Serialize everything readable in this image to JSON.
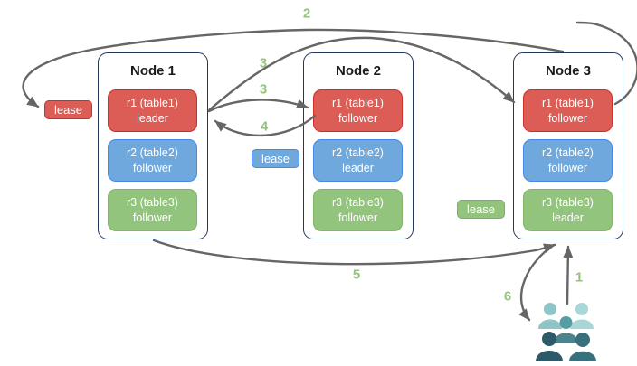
{
  "nodes": [
    {
      "title": "Node 1",
      "replicas": [
        {
          "name": "r1 (table1)",
          "role": "leader",
          "color": "red"
        },
        {
          "name": "r2 (table2)",
          "role": "follower",
          "color": "blue"
        },
        {
          "name": "r3 (table3)",
          "role": "follower",
          "color": "green"
        }
      ]
    },
    {
      "title": "Node 2",
      "replicas": [
        {
          "name": "r1 (table1)",
          "role": "follower",
          "color": "red"
        },
        {
          "name": "r2 (table2)",
          "role": "leader",
          "color": "blue"
        },
        {
          "name": "r3 (table3)",
          "role": "follower",
          "color": "green"
        }
      ]
    },
    {
      "title": "Node 3",
      "replicas": [
        {
          "name": "r1 (table1)",
          "role": "follower",
          "color": "red"
        },
        {
          "name": "r2 (table2)",
          "role": "follower",
          "color": "blue"
        },
        {
          "name": "r3 (table3)",
          "role": "leader",
          "color": "green"
        }
      ]
    }
  ],
  "leases": [
    {
      "label": "lease",
      "color": "red"
    },
    {
      "label": "lease",
      "color": "blue"
    },
    {
      "label": "lease",
      "color": "green"
    }
  ],
  "steps": {
    "s1": "1",
    "s2": "2",
    "s3a": "3",
    "s3b": "3",
    "s4": "4",
    "s5": "5",
    "s6": "6"
  },
  "icons": {
    "users": "users-group-icon"
  },
  "colors": {
    "replica_red_fill": "#dc5c56",
    "replica_red_border": "#cf2e26",
    "replica_blue_fill": "#6fa8dc",
    "replica_blue_border": "#4a86e8",
    "replica_green_fill": "#93c47d",
    "replica_green_border": "#7fb765",
    "node_border": "#23395b",
    "arrow": "#666666",
    "step_label": "#93c47d",
    "users_teal_light": "#8ec5c6",
    "users_teal_lighter": "#a9d6d6",
    "users_teal_mid": "#579da5",
    "users_teal_body": "#4a858e",
    "users_slate_dark": "#2d5a68",
    "users_slate": "#38707d"
  }
}
